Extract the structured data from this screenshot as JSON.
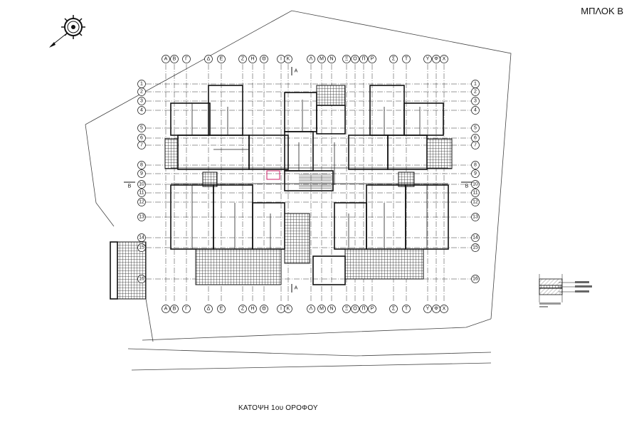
{
  "title": "ΜΠΛΟΚ Β",
  "caption": "ΚΑΤΟΨΗ 1ου ΟΡΟΦΟΥ",
  "compass_icon": "north-arrow-compass",
  "grid": {
    "columns": [
      "Α",
      "Β",
      "Γ",
      "Δ",
      "Ε",
      "Ζ",
      "Η",
      "Θ",
      "Ι",
      "Κ",
      "Λ",
      "Μ",
      "Ν",
      "Ξ",
      "Ο",
      "Π",
      "Ρ",
      "Σ",
      "Τ",
      "Υ",
      "Φ",
      "Χ"
    ],
    "rows": [
      "1",
      "2",
      "3",
      "4",
      "5",
      "6",
      "7",
      "8",
      "9",
      "10",
      "11",
      "12",
      "13",
      "14",
      "15",
      "16"
    ]
  },
  "section_marks": {
    "vertical": "Α",
    "horizontal": "Β"
  },
  "colors": {
    "line": "#111111",
    "grid": "#333333",
    "accent": "#d0206a"
  }
}
